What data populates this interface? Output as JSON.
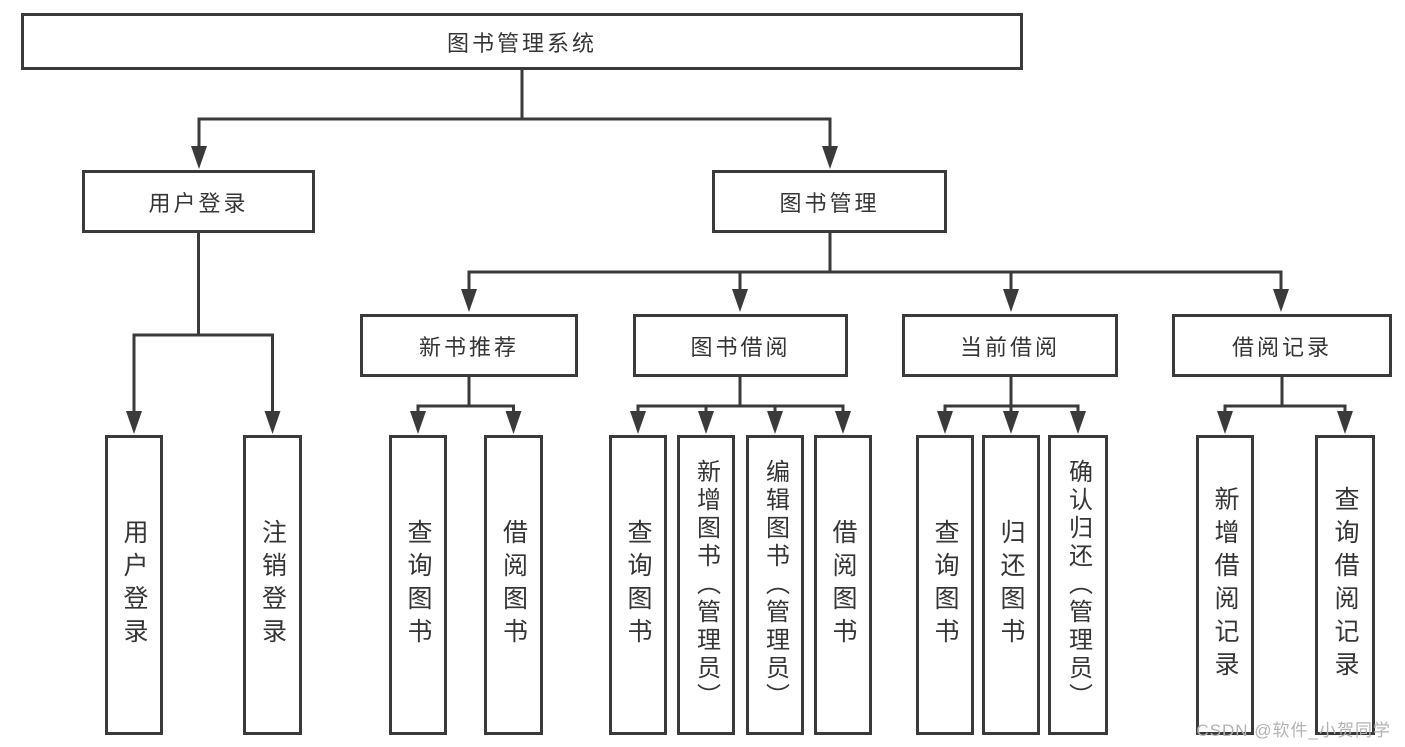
{
  "diagram": {
    "root": {
      "label": "图书管理系统"
    },
    "level2": [
      {
        "label": "用户登录"
      },
      {
        "label": "图书管理"
      }
    ],
    "level3": [
      {
        "label": "新书推荐",
        "parent": "图书管理"
      },
      {
        "label": "图书借阅",
        "parent": "图书管理"
      },
      {
        "label": "当前借阅",
        "parent": "图书管理"
      },
      {
        "label": "借阅记录",
        "parent": "图书管理"
      }
    ],
    "leaves": [
      {
        "label": "用户登录",
        "parent": "用户登录"
      },
      {
        "label": "注销登录",
        "parent": "用户登录"
      },
      {
        "label": "查询图书",
        "parent": "新书推荐"
      },
      {
        "label": "借阅图书",
        "parent": "新书推荐"
      },
      {
        "label": "查询图书",
        "parent": "图书借阅"
      },
      {
        "label": "新增图书（管理员）",
        "parent": "图书借阅"
      },
      {
        "label": "编辑图书（管理员）",
        "parent": "图书借阅"
      },
      {
        "label": "借阅图书",
        "parent": "图书借阅"
      },
      {
        "label": "查询图书",
        "parent": "当前借阅"
      },
      {
        "label": "归还图书",
        "parent": "当前借阅"
      },
      {
        "label": "确认归还（管理员）",
        "parent": "当前借阅"
      },
      {
        "label": "新增借阅记录",
        "parent": "借阅记录"
      },
      {
        "label": "查询借阅记录",
        "parent": "借阅记录"
      }
    ]
  },
  "watermark": "CSDN @软件_小贺同学",
  "colors": {
    "line": "#3a3a3a",
    "text": "#353535",
    "background": "#ffffff",
    "watermark": "#b3b3b3"
  }
}
